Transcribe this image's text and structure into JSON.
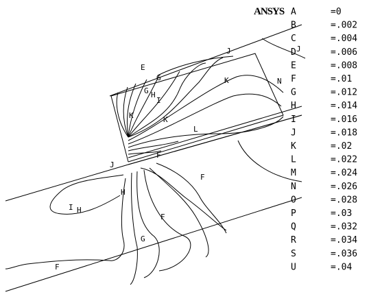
{
  "header": {
    "logo_text": "ANSYS"
  },
  "legend": [
    {
      "key": "A",
      "value": "=0"
    },
    {
      "key": "B",
      "value": "=.002"
    },
    {
      "key": "C",
      "value": "=.004"
    },
    {
      "key": "D",
      "value": "=.006"
    },
    {
      "key": "E",
      "value": "=.008"
    },
    {
      "key": "F",
      "value": "=.01"
    },
    {
      "key": "G",
      "value": "=.012"
    },
    {
      "key": "H",
      "value": "=.014"
    },
    {
      "key": "I",
      "value": "=.016"
    },
    {
      "key": "J",
      "value": "=.018"
    },
    {
      "key": "K",
      "value": "=.02"
    },
    {
      "key": "L",
      "value": "=.022"
    },
    {
      "key": "M",
      "value": "=.024"
    },
    {
      "key": "N",
      "value": "=.026"
    },
    {
      "key": "O",
      "value": "=.028"
    },
    {
      "key": "P",
      "value": "=.03"
    },
    {
      "key": "Q",
      "value": "=.032"
    },
    {
      "key": "R",
      "value": "=.034"
    },
    {
      "key": "S",
      "value": "=.036"
    },
    {
      "key": "U",
      "value": "=.04"
    }
  ],
  "contour_labels": [
    "J",
    "J",
    "E",
    "G",
    "G",
    "H",
    "I",
    "K",
    "K",
    "N",
    "K",
    "L",
    "J",
    "F",
    "F",
    "F",
    "I",
    "H",
    "G",
    "F",
    "H"
  ]
}
